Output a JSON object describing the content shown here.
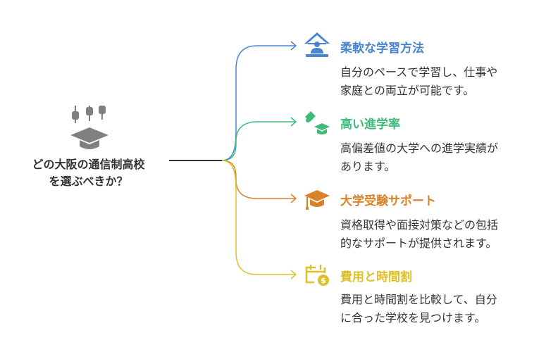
{
  "central_topic": {
    "lines": [
      "どの大阪の通信制高校",
      "を選ぶべきか？"
    ],
    "icon": "graduation-cap-abacus-icon"
  },
  "branches": [
    {
      "title": "柔軟な学習方法",
      "description_lines": [
        "自分のペースで学習し、仕事や",
        "家庭との両立が可能です。"
      ],
      "color": "#4A86D0",
      "icon": "home-study-icon"
    },
    {
      "title": "高い進学率",
      "description_lines": [
        "高偏差値の大学への進学実績が",
        "あります。"
      ],
      "color": "#3DBB7A",
      "icon": "diploma-cap-icon"
    },
    {
      "title": "大学受験サポート",
      "description_lines": [
        "資格取得や面接対策などの包括",
        "的なサポートが提供されます。"
      ],
      "color": "#D9822B",
      "icon": "mortarboard-icon"
    },
    {
      "title": "費用と時間割",
      "description_lines": [
        "費用と時間割を比較して、自分",
        "に合った学校を見つけます。"
      ],
      "color": "#DEC02A",
      "icon": "calendar-dollar-icon"
    }
  ]
}
